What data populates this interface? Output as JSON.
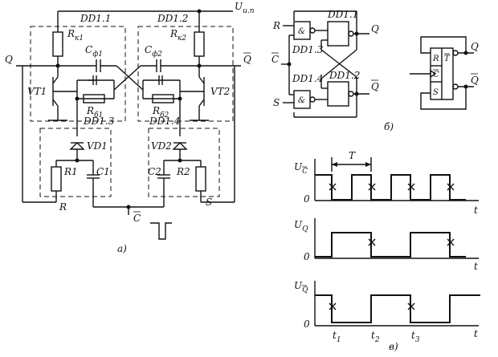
{
  "panel_a": {
    "gates": {
      "dd11": "DD1.1",
      "dd12": "DD1.2",
      "dd13": "DD1.3",
      "dd14": "DD1.4"
    },
    "supply": "U",
    "supply_sub": "и.п",
    "out_q": "Q",
    "out_qbar": "Q",
    "r_k1": "R",
    "r_k1_sub": "к1",
    "r_k2": "R",
    "r_k2_sub": "к2",
    "c_f1": "C",
    "c_f1_sub": "ф1",
    "c_f2": "C",
    "c_f2_sub": "ф2",
    "r_b1": "R",
    "r_b1_sub": "б1",
    "r_b2": "R",
    "r_b2_sub": "б2",
    "vt1": "VT1",
    "vt2": "VT2",
    "vd1": "VD1",
    "vd2": "VD2",
    "r1": "R1",
    "r2": "R2",
    "c1": "C1",
    "c2": "C2",
    "in_r": "R",
    "in_s": "S",
    "in_c": "C",
    "caption": "а)"
  },
  "panel_b": {
    "in_r": "R",
    "in_c": "C",
    "in_s": "S",
    "amp": "&",
    "dd11": "DD1.1",
    "dd12": "DD1.2",
    "dd13": "DD1.3",
    "dd14": "DD1.4",
    "out_q": "Q",
    "out_qbar": "Q",
    "sym_r": "R",
    "sym_t": "T",
    "sym_c": "C",
    "sym_s": "S",
    "sym_out_q": "Q",
    "sym_out_qbar": "Q",
    "caption": "б)"
  },
  "panel_c": {
    "uc": "U",
    "uc_sub": "C",
    "uq": "U",
    "uq_sub": "Q",
    "uqbar": "U",
    "uqbar_sub": "Q",
    "period": "T",
    "t": "t",
    "zero": "0",
    "t1": "t",
    "t1_sub": "1",
    "t2": "t",
    "t2_sub": "2",
    "t3": "t",
    "t3_sub": "3",
    "caption": "в)"
  }
}
